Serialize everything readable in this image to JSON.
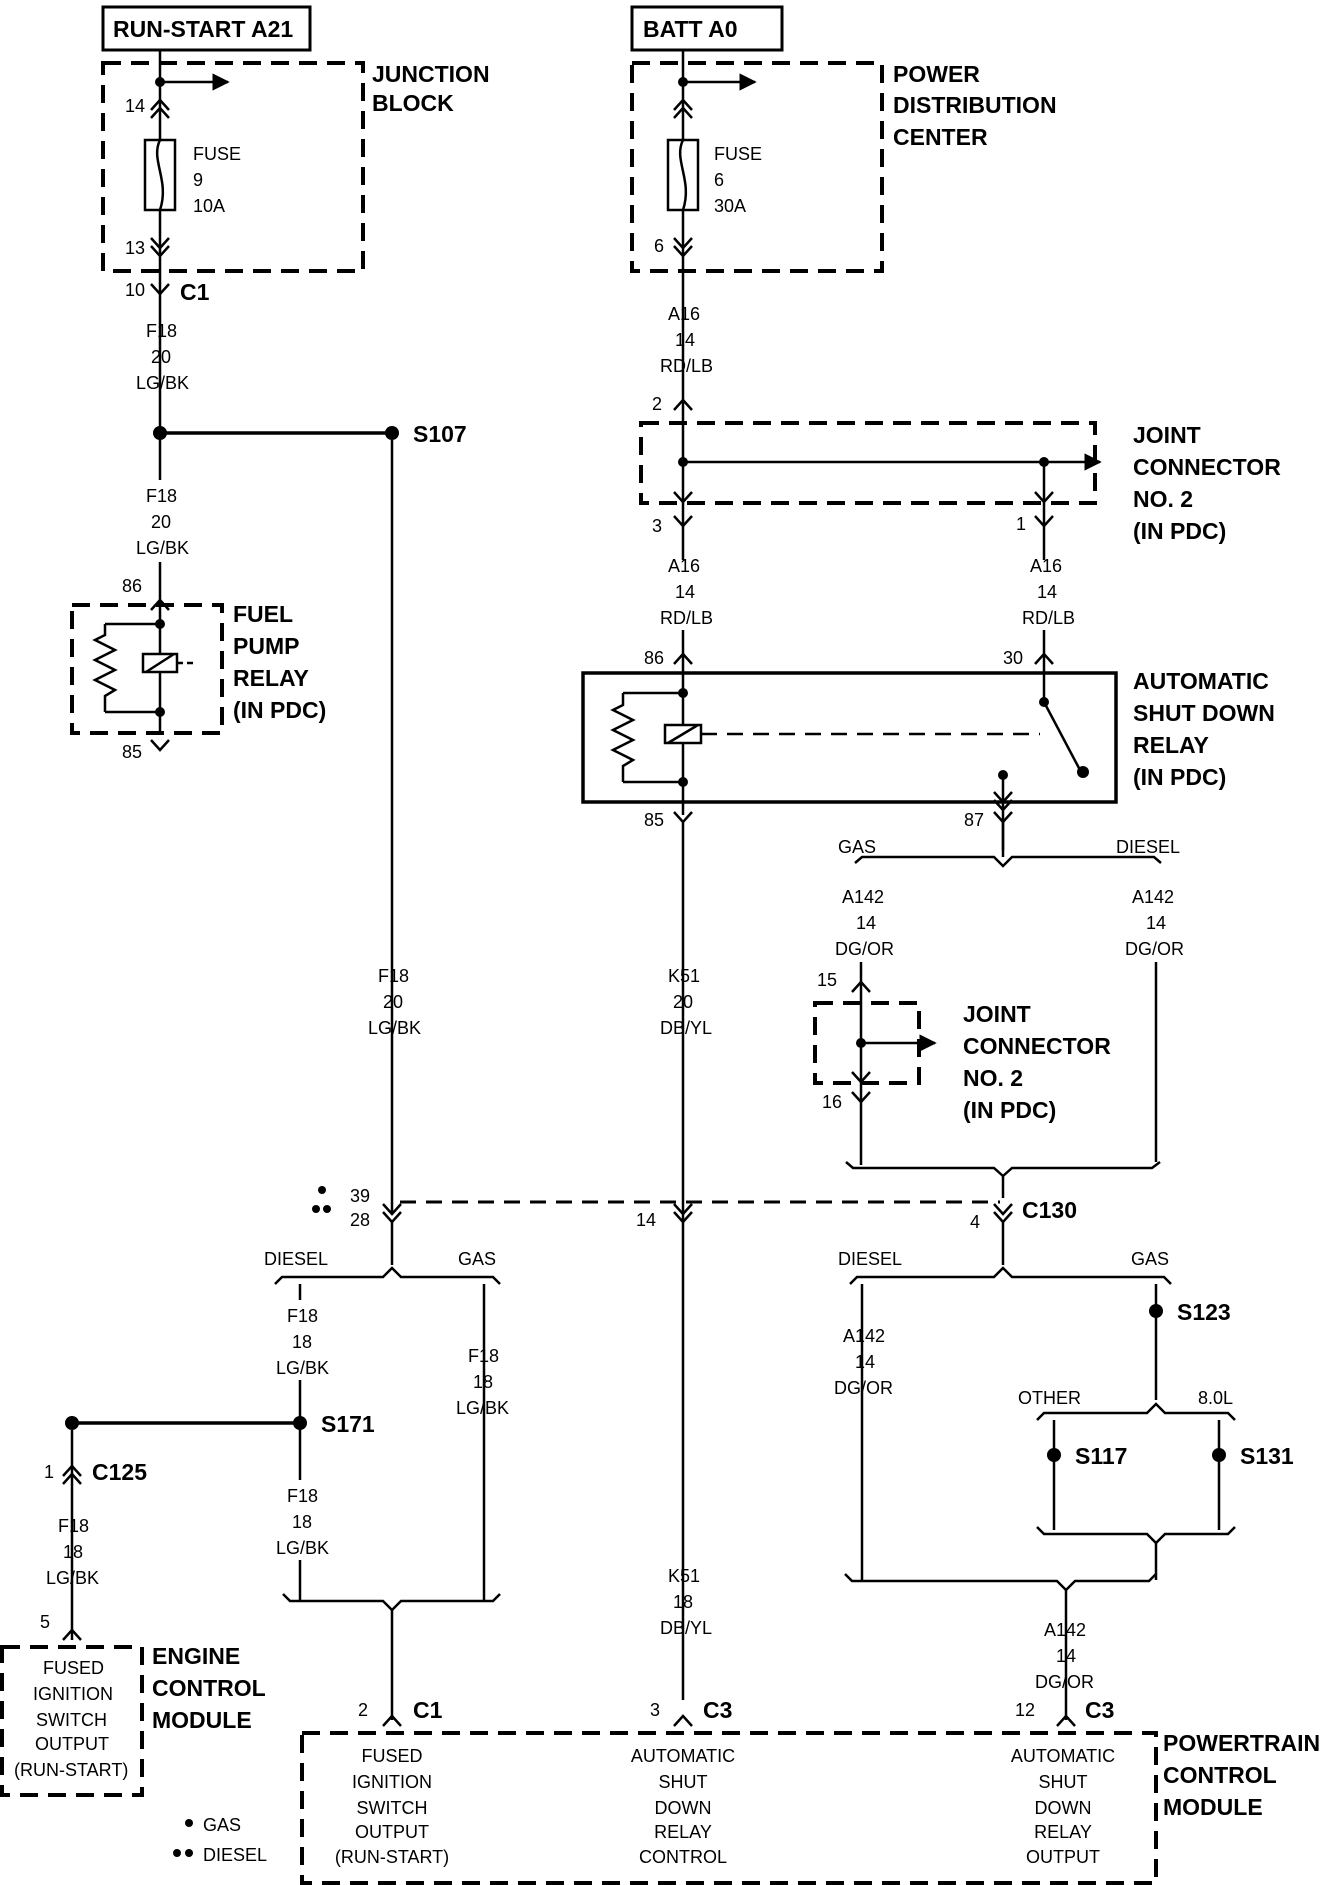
{
  "top": {
    "run_start": "RUN-START A21",
    "batt": "BATT A0"
  },
  "junction_block": {
    "title_1": "JUNCTION",
    "title_2": "BLOCK",
    "fuse_label": "FUSE",
    "fuse_number": "9",
    "fuse_rating": "10A",
    "pin_in": "14",
    "pin_out": "13",
    "connector_pin": "10",
    "connector": "C1"
  },
  "pdc": {
    "title_1": "POWER",
    "title_2": "DISTRIBUTION",
    "title_3": "CENTER",
    "fuse_label": "FUSE",
    "fuse_number": "6",
    "fuse_rating": "30A",
    "pin_out": "6"
  },
  "wire_f18_20": {
    "circuit": "F18",
    "gauge": "20",
    "color": "LG/BK"
  },
  "wire_a16": {
    "circuit": "A16",
    "gauge": "14",
    "color": "RD/LB"
  },
  "splices": {
    "s107": "S107",
    "s171": "S171",
    "s123": "S123",
    "s117": "S117",
    "s131": "S131"
  },
  "joint_connector_top": {
    "title_1": "JOINT",
    "title_2": "CONNECTOR",
    "title_3": "NO. 2",
    "title_4": "(IN PDC)",
    "pin_in": "2",
    "pin_left": "3",
    "pin_right": "1"
  },
  "fuel_pump_relay": {
    "title_1": "FUEL",
    "title_2": "PUMP",
    "title_3": "RELAY",
    "title_4": "(IN PDC)",
    "pin_top": "86",
    "pin_bottom": "85"
  },
  "asd_relay": {
    "title_1": "AUTOMATIC",
    "title_2": "SHUT DOWN",
    "title_3": "RELAY",
    "title_4": "(IN PDC)",
    "pin_86": "86",
    "pin_30": "30",
    "pin_85": "85",
    "pin_87": "87"
  },
  "branch_labels": {
    "gas": "GAS",
    "diesel": "DIESEL",
    "other": "OTHER",
    "eight_l": "8.0L"
  },
  "wire_a142": {
    "circuit": "A142",
    "gauge": "14",
    "color": "DG/OR"
  },
  "wire_k51_20": {
    "circuit": "K51",
    "gauge": "20",
    "color": "DB/YL"
  },
  "wire_k51_18": {
    "circuit": "K51",
    "gauge": "18",
    "color": "DB/YL"
  },
  "wire_f18_18": {
    "circuit": "F18",
    "gauge": "18",
    "color": "LG/BK"
  },
  "joint_connector_mid": {
    "title_1": "JOINT",
    "title_2": "CONNECTOR",
    "title_3": "NO. 2",
    "title_4": "(IN PDC)",
    "pin_in": "15",
    "pin_out": "16"
  },
  "c130": {
    "name": "C130",
    "pin_gas": "39",
    "pin_diesel": "28",
    "pin_k51": "14",
    "pin_a142": "4"
  },
  "c125": {
    "name": "C125",
    "pin": "1"
  },
  "ecm": {
    "pin": "5",
    "box_1": "FUSED",
    "box_2": "IGNITION",
    "box_3": "SWITCH",
    "box_4": "OUTPUT",
    "box_5": "(RUN-START)",
    "title_1": "ENGINE",
    "title_2": "CONTROL",
    "title_3": "MODULE"
  },
  "pcm": {
    "title_1": "POWERTRAIN",
    "title_2": "CONTROL",
    "title_3": "MODULE",
    "c1": "C1",
    "c1_pin": "2",
    "c3_a": "C3",
    "c3_a_pin": "3",
    "c3_b": "C3",
    "c3_b_pin": "12",
    "term1_1": "FUSED",
    "term1_2": "IGNITION",
    "term1_3": "SWITCH",
    "term1_4": "OUTPUT",
    "term1_5": "(RUN-START)",
    "term2_1": "AUTOMATIC",
    "term2_2": "SHUT",
    "term2_3": "DOWN",
    "term2_4": "RELAY",
    "term2_5": "CONTROL",
    "term3_1": "AUTOMATIC",
    "term3_2": "SHUT",
    "term3_3": "DOWN",
    "term3_4": "RELAY",
    "term3_5": "OUTPUT"
  },
  "legend": {
    "gas": "GAS",
    "diesel": "DIESEL"
  }
}
